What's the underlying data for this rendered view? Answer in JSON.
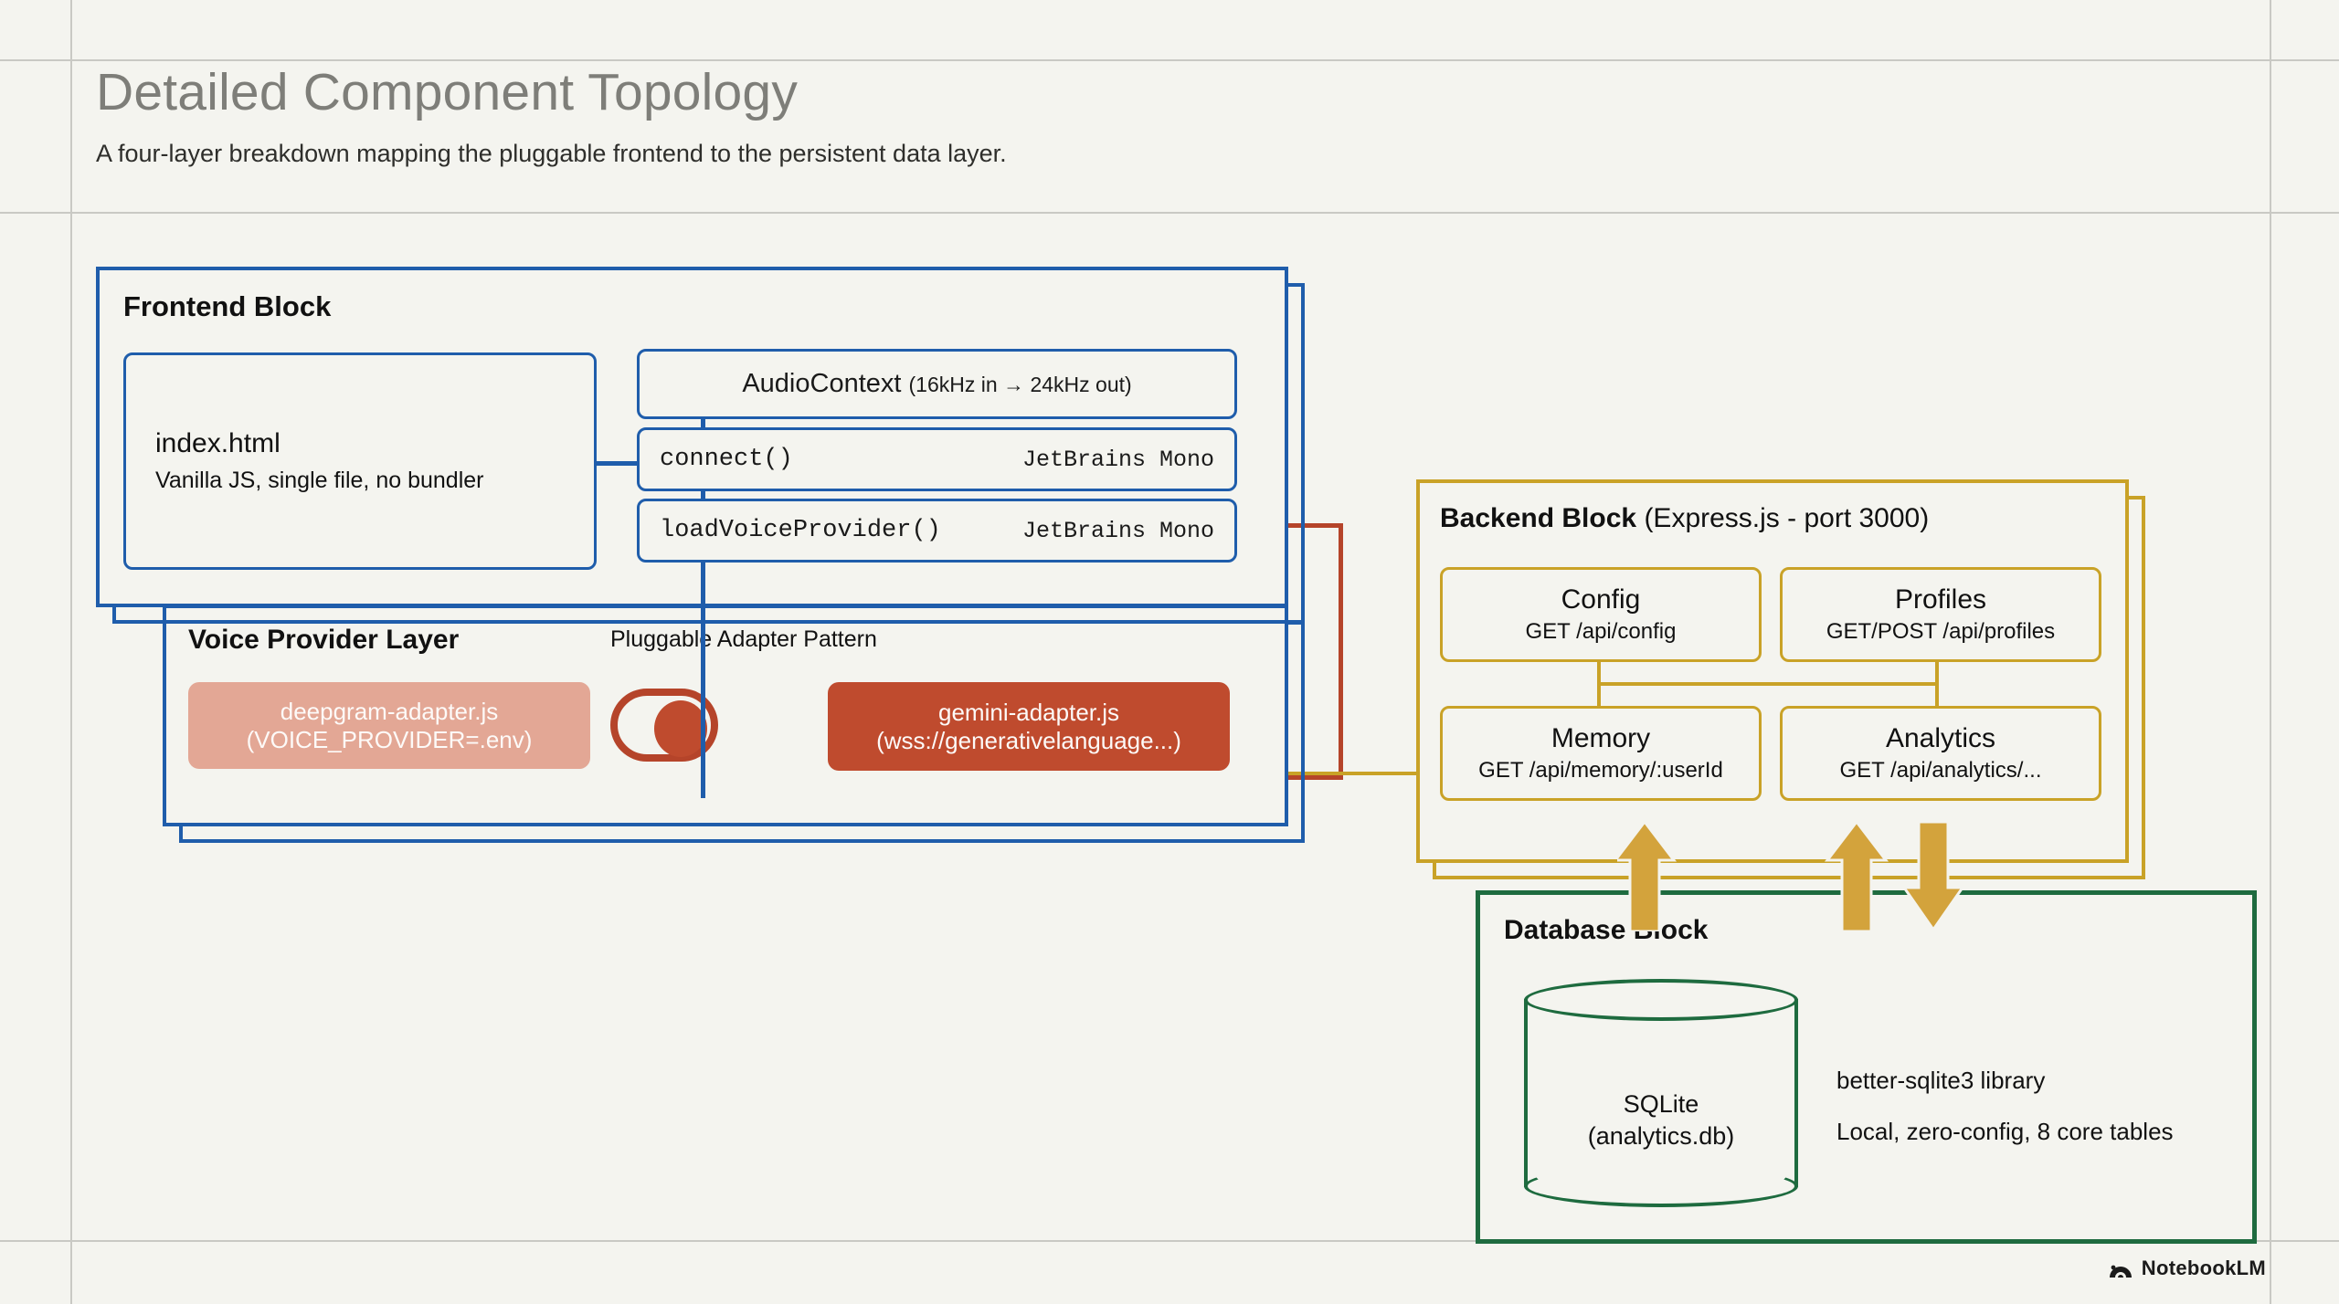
{
  "header": {
    "title": "Detailed Component Topology",
    "subtitle": "A four-layer breakdown mapping the pluggable frontend to the persistent data layer."
  },
  "colors": {
    "frontend": "#1f5dab",
    "voice": "#b5442a",
    "backend": "#c9a227",
    "database": "#1e6b3f",
    "page_bg": "#f4f4ef",
    "title_text": "#7e7e79",
    "adapter_inactive_bg": "#e3a795",
    "adapter_active_bg": "#bf4b2e"
  },
  "frontend_block": {
    "title": "Frontend Block",
    "main_box": {
      "name": "index.html",
      "description": "Vanilla JS, single file, no bundler"
    },
    "api_boxes": [
      {
        "label": "AudioContext",
        "detail": "(16kHz in → 24kHz out)",
        "mono": false
      },
      {
        "label": "connect()",
        "detail": "JetBrains Mono",
        "mono": true
      },
      {
        "label": "loadVoiceProvider()",
        "detail": "JetBrains Mono",
        "mono": true
      }
    ]
  },
  "voice_provider_layer": {
    "title": "Voice Provider Layer",
    "pattern_label": "Pluggable Adapter Pattern",
    "adapters": [
      {
        "name": "deepgram-adapter.js",
        "detail": "(VOICE_PROVIDER=.env)",
        "state": "inactive"
      },
      {
        "name": "gemini-adapter.js",
        "detail": "(wss://generativelanguage...)",
        "state": "active"
      }
    ],
    "toggle_state": "right"
  },
  "backend_block": {
    "title": "Backend Block",
    "title_detail": "(Express.js - port 3000)",
    "endpoints": [
      {
        "name": "Config",
        "route": "GET /api/config"
      },
      {
        "name": "Profiles",
        "route": "GET/POST /api/profiles"
      },
      {
        "name": "Memory",
        "route": "GET /api/memory/:userId"
      },
      {
        "name": "Analytics",
        "route": "GET /api/analytics/..."
      }
    ]
  },
  "database_block": {
    "title": "Database Block",
    "store": {
      "name": "SQLite",
      "file": "(analytics.db)"
    },
    "notes": [
      "better-sqlite3 library",
      "Local, zero-config, 8 core tables"
    ],
    "arrows": [
      "up",
      "up",
      "down"
    ]
  },
  "footer": {
    "brand": "NotebookLM",
    "icon": "notebooklm-spiral-icon"
  }
}
